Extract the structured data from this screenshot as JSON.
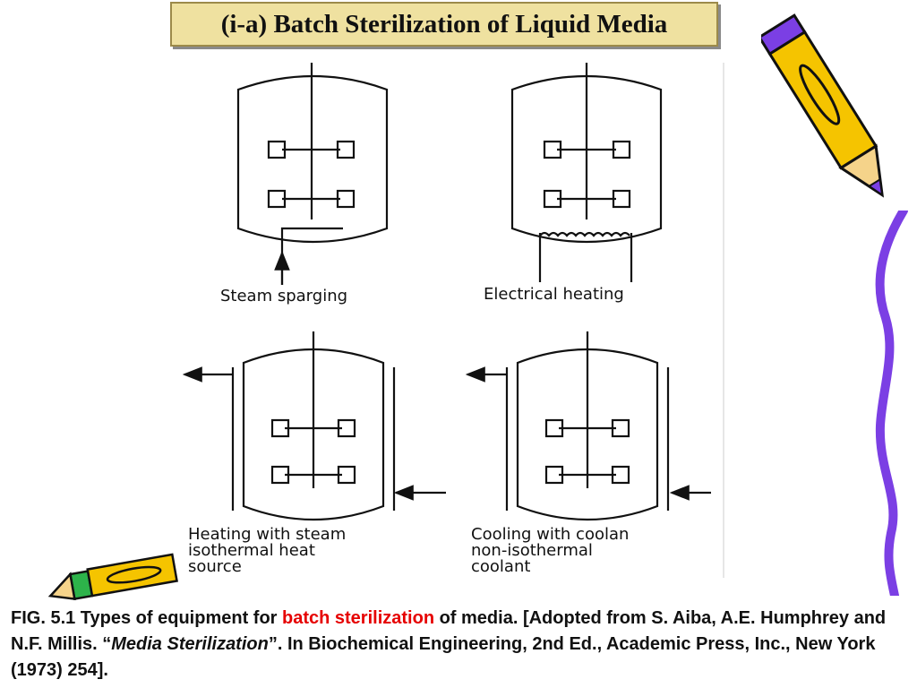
{
  "title": "(i-a) Batch Sterilization of Liquid Media",
  "panels": {
    "p1": "Steam sparging",
    "p2": "Electrical heating",
    "p3_line1": "Heating with steam",
    "p3_line2": "isothermal heat",
    "p3_line3": "source",
    "p4_line1": "Cooling with coolan",
    "p4_line2": "non-isothermal",
    "p4_line3": "coolant"
  },
  "caption": {
    "part1": "FIG. 5.1 Types of equipment for ",
    "highlight": "batch sterilization",
    "part2": " of media. [Adopted from S. Aiba, A.E. Humphrey and N.F. Millis. “",
    "italic": "Media Sterilization",
    "part3": "”. In Biochemical Engineering, 2nd Ed., Academic Press, Inc., New York (1973) 254]."
  },
  "colors": {
    "title_bg": "#efe1a0",
    "highlight": "#e60000",
    "pencil": "#f5c400",
    "accent": "#7b3fe4"
  },
  "icons": [
    "pencil-icon",
    "pencil-icon-small",
    "wavy-border-decoration"
  ]
}
